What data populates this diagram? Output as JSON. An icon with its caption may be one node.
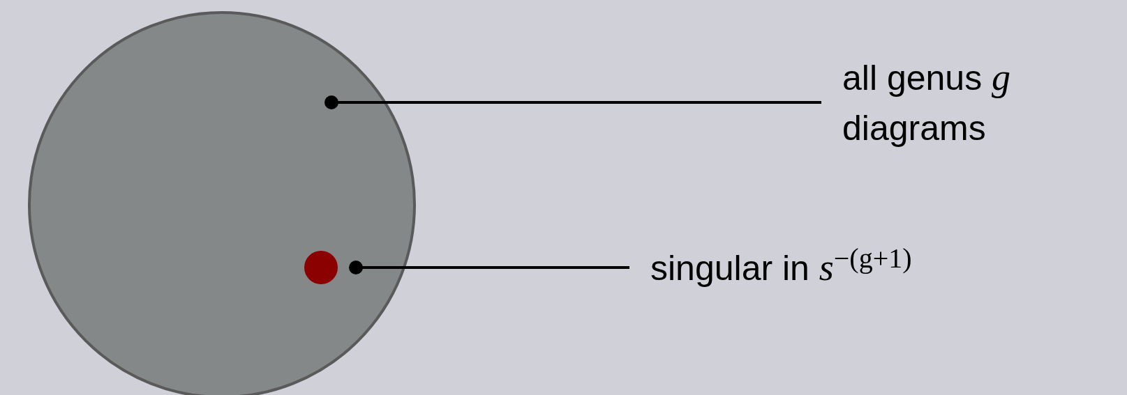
{
  "diagram": {
    "nodes": [
      {
        "text": [],
        "shape": "circle"
      },
      {
        "text": [
          "all genus *g* diagrams"
        ]
      },
      {
        "text": [],
        "shape": "circle",
        "in": 0
      },
      {
        "text": [
          "singular in *s*$^{−(g+1)}$"
        ]
      }
    ],
    "edges": [
      {
        "from": 1,
        "to": 0,
        "arrow": "other"
      },
      {
        "from": 3,
        "to": 2,
        "arrow": "other"
      }
    ]
  }
}
